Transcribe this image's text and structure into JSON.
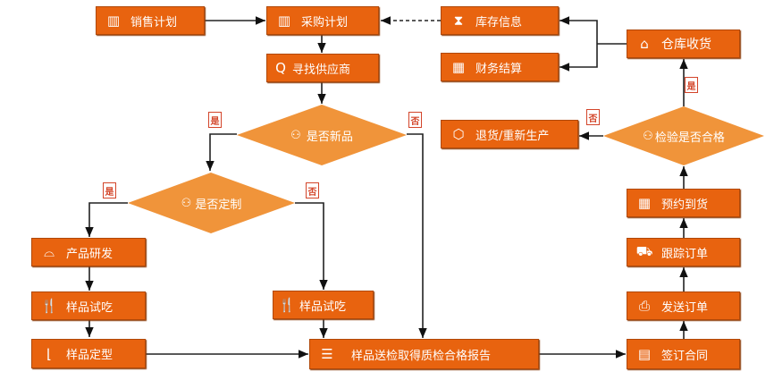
{
  "colors": {
    "box": "#e8630f",
    "diamond": "#f0943a",
    "label": "#d3452a"
  },
  "nodes": {
    "sales_plan": {
      "label": "销售计划",
      "icon": "bar-chart-icon"
    },
    "purchase_plan": {
      "label": "采购计划",
      "icon": "bar-chart-plus-icon"
    },
    "inventory": {
      "label": "库存信息",
      "icon": "hourglass-icon"
    },
    "finance": {
      "label": "财务结算",
      "icon": "calculator-icon"
    },
    "warehouse": {
      "label": "仓库收货",
      "icon": "house-icon"
    },
    "find_supplier": {
      "label": "寻找供应商",
      "icon": "search-icon"
    },
    "is_new": {
      "label": "是否新品",
      "icon": "person-icon"
    },
    "is_custom": {
      "label": "是否定制",
      "icon": "person-icon"
    },
    "rd": {
      "label": "产品研发",
      "icon": "glasses-icon"
    },
    "tasting1": {
      "label": "样品试吃",
      "icon": "cutlery-icon"
    },
    "finalize": {
      "label": "样品定型",
      "icon": "ruler-icon"
    },
    "tasting2": {
      "label": "样品试吃",
      "icon": "cutlery-icon"
    },
    "inspection": {
      "label": "样品送检取得质检合格报告",
      "icon": "stack-icon"
    },
    "contract": {
      "label": "签订合同",
      "icon": "document-icon"
    },
    "send_order": {
      "label": "发送订单",
      "icon": "printer-icon"
    },
    "track_order": {
      "label": "跟踪订单",
      "icon": "car-icon"
    },
    "appointment": {
      "label": "预约到货",
      "icon": "calendar-icon"
    },
    "qc": {
      "label": "检验是否合格",
      "icon": "person-icon"
    },
    "return": {
      "label": "退货/重新生产",
      "icon": "box-icon"
    }
  },
  "edge_labels": {
    "yes": "是",
    "no": "否"
  }
}
